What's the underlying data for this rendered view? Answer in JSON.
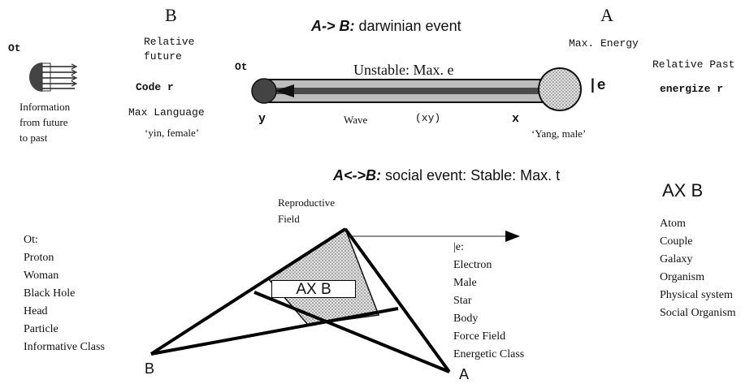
{
  "labels": {
    "ot_left": "Ot",
    "info_line1": "Information",
    "info_line2": "from future",
    "info_line3": "to past",
    "b_top": "B",
    "relative_future_1": "Relative",
    "relative_future_2": "future",
    "coder": "Code r",
    "max_language": "Max  Language",
    "yin": "‘yin, female’",
    "ot_bar": "Ot",
    "y": "y",
    "darwin_prefix": "A-> B:",
    "darwin_rest": " darwinian  event",
    "unstable": "Unstable: Max. e",
    "wave": "Wave",
    "xy": "(xy)",
    "x": "x",
    "yang": "‘Yang, male’",
    "a_top": "A",
    "max_energy": "Max. Energy",
    "e_bar": "|e",
    "relative_past": "Relative Past",
    "energizer": "energize r",
    "social_prefix": "A<->B:",
    "social_rest": " social event: Stable: Max. t",
    "axb_right": "AX B",
    "reproductive_1": "Reproductive",
    "reproductive_2": "Field",
    "axb_box": "AX B",
    "b_bottom": "B",
    "a_bottom": "A"
  },
  "lists": {
    "ot_list": [
      "Ot:",
      "Proton",
      "Woman",
      "Black Hole",
      "Head",
      "Particle",
      "Informative Class"
    ],
    "e_list": [
      "|e:",
      "Electron",
      "Male",
      "Star",
      "Body",
      "Force Field",
      "Energetic Class"
    ],
    "axb_list": [
      "Atom",
      "Couple",
      "Galaxy",
      "Organism",
      "Physical system",
      "Social Organism"
    ]
  }
}
